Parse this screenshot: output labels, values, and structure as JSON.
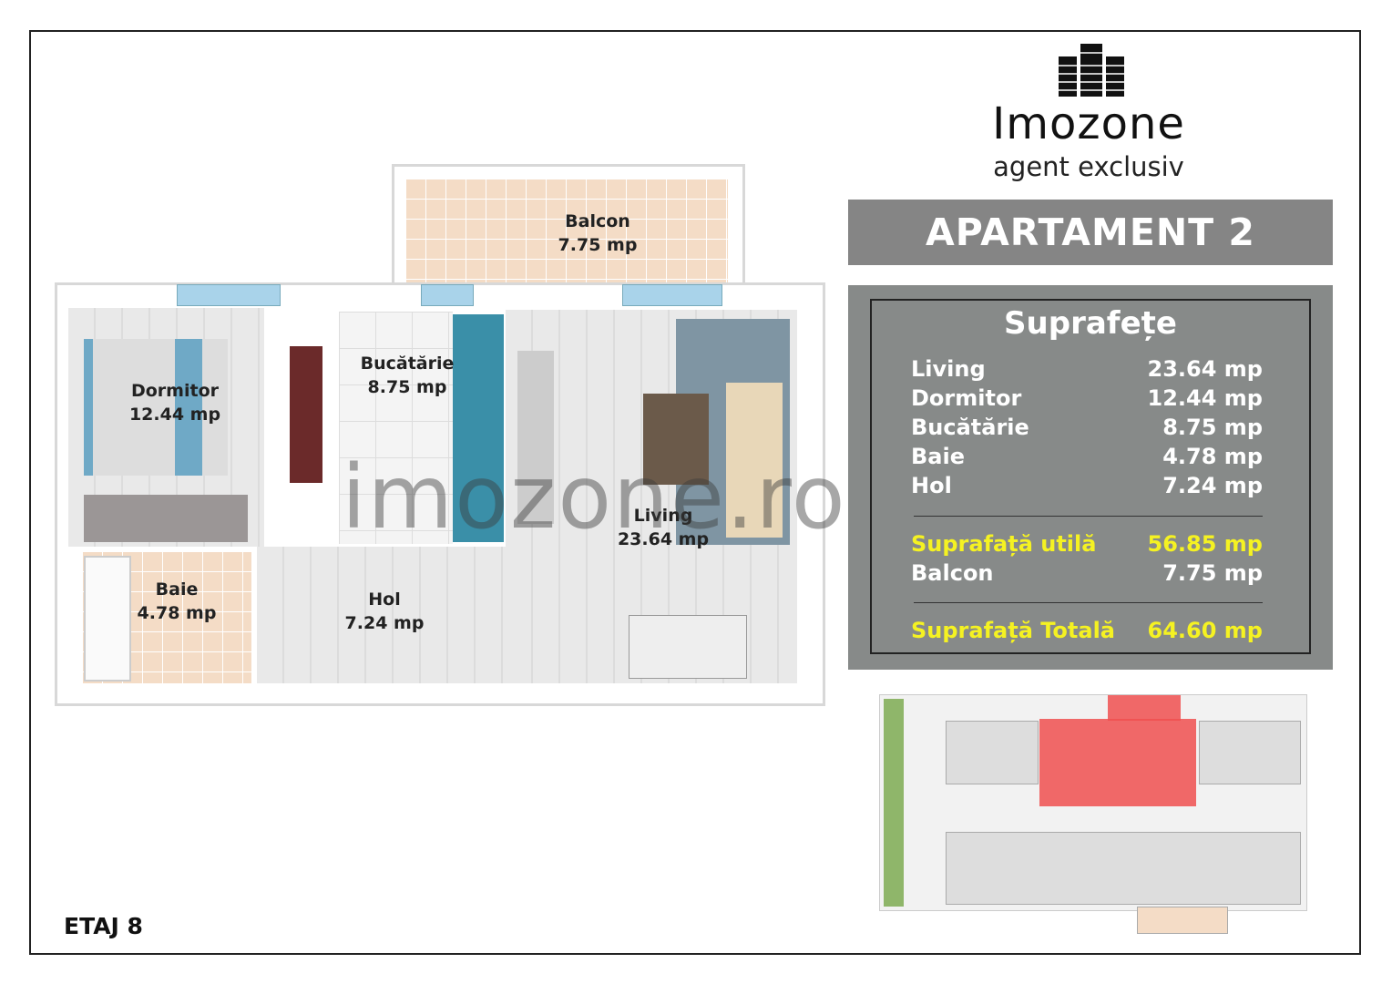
{
  "brand": {
    "name": "Imozone",
    "tagline": "agent exclusiv",
    "watermark": "imozone.ro"
  },
  "title": "APARTAMENT 2 CAMERE",
  "floor": "ETAJ 8",
  "rooms": {
    "balcon": {
      "name": "Balcon",
      "area": "7.75 mp"
    },
    "dormitor": {
      "name": "Dormitor",
      "area": "12.44 mp"
    },
    "bucatarie": {
      "name": "Bucătărie",
      "area": "8.75 mp"
    },
    "living": {
      "name": "Living",
      "area": "23.64 mp"
    },
    "baie": {
      "name": "Baie",
      "area": "4.78 mp"
    },
    "hol": {
      "name": "Hol",
      "area": "7.24 mp"
    }
  },
  "areas": {
    "heading": "Suprafețe",
    "rows": [
      {
        "label": "Living",
        "value": "23.64 mp"
      },
      {
        "label": "Dormitor",
        "value": "12.44 mp"
      },
      {
        "label": "Bucătărie",
        "value": "8.75 mp"
      },
      {
        "label": "Baie",
        "value": "4.78 mp"
      },
      {
        "label": "Hol",
        "value": "7.24 mp"
      }
    ],
    "useful": {
      "label": "Suprafață utilă",
      "value": "56.85 mp"
    },
    "balcony": {
      "label": "Balcon",
      "value": "7.75 mp"
    },
    "total": {
      "label": "Suprafață Totală",
      "value": "64.60 mp"
    }
  },
  "colors": {
    "panel": "#878a89",
    "highlight": "#f5f222",
    "selected_unit": "#f05050"
  }
}
